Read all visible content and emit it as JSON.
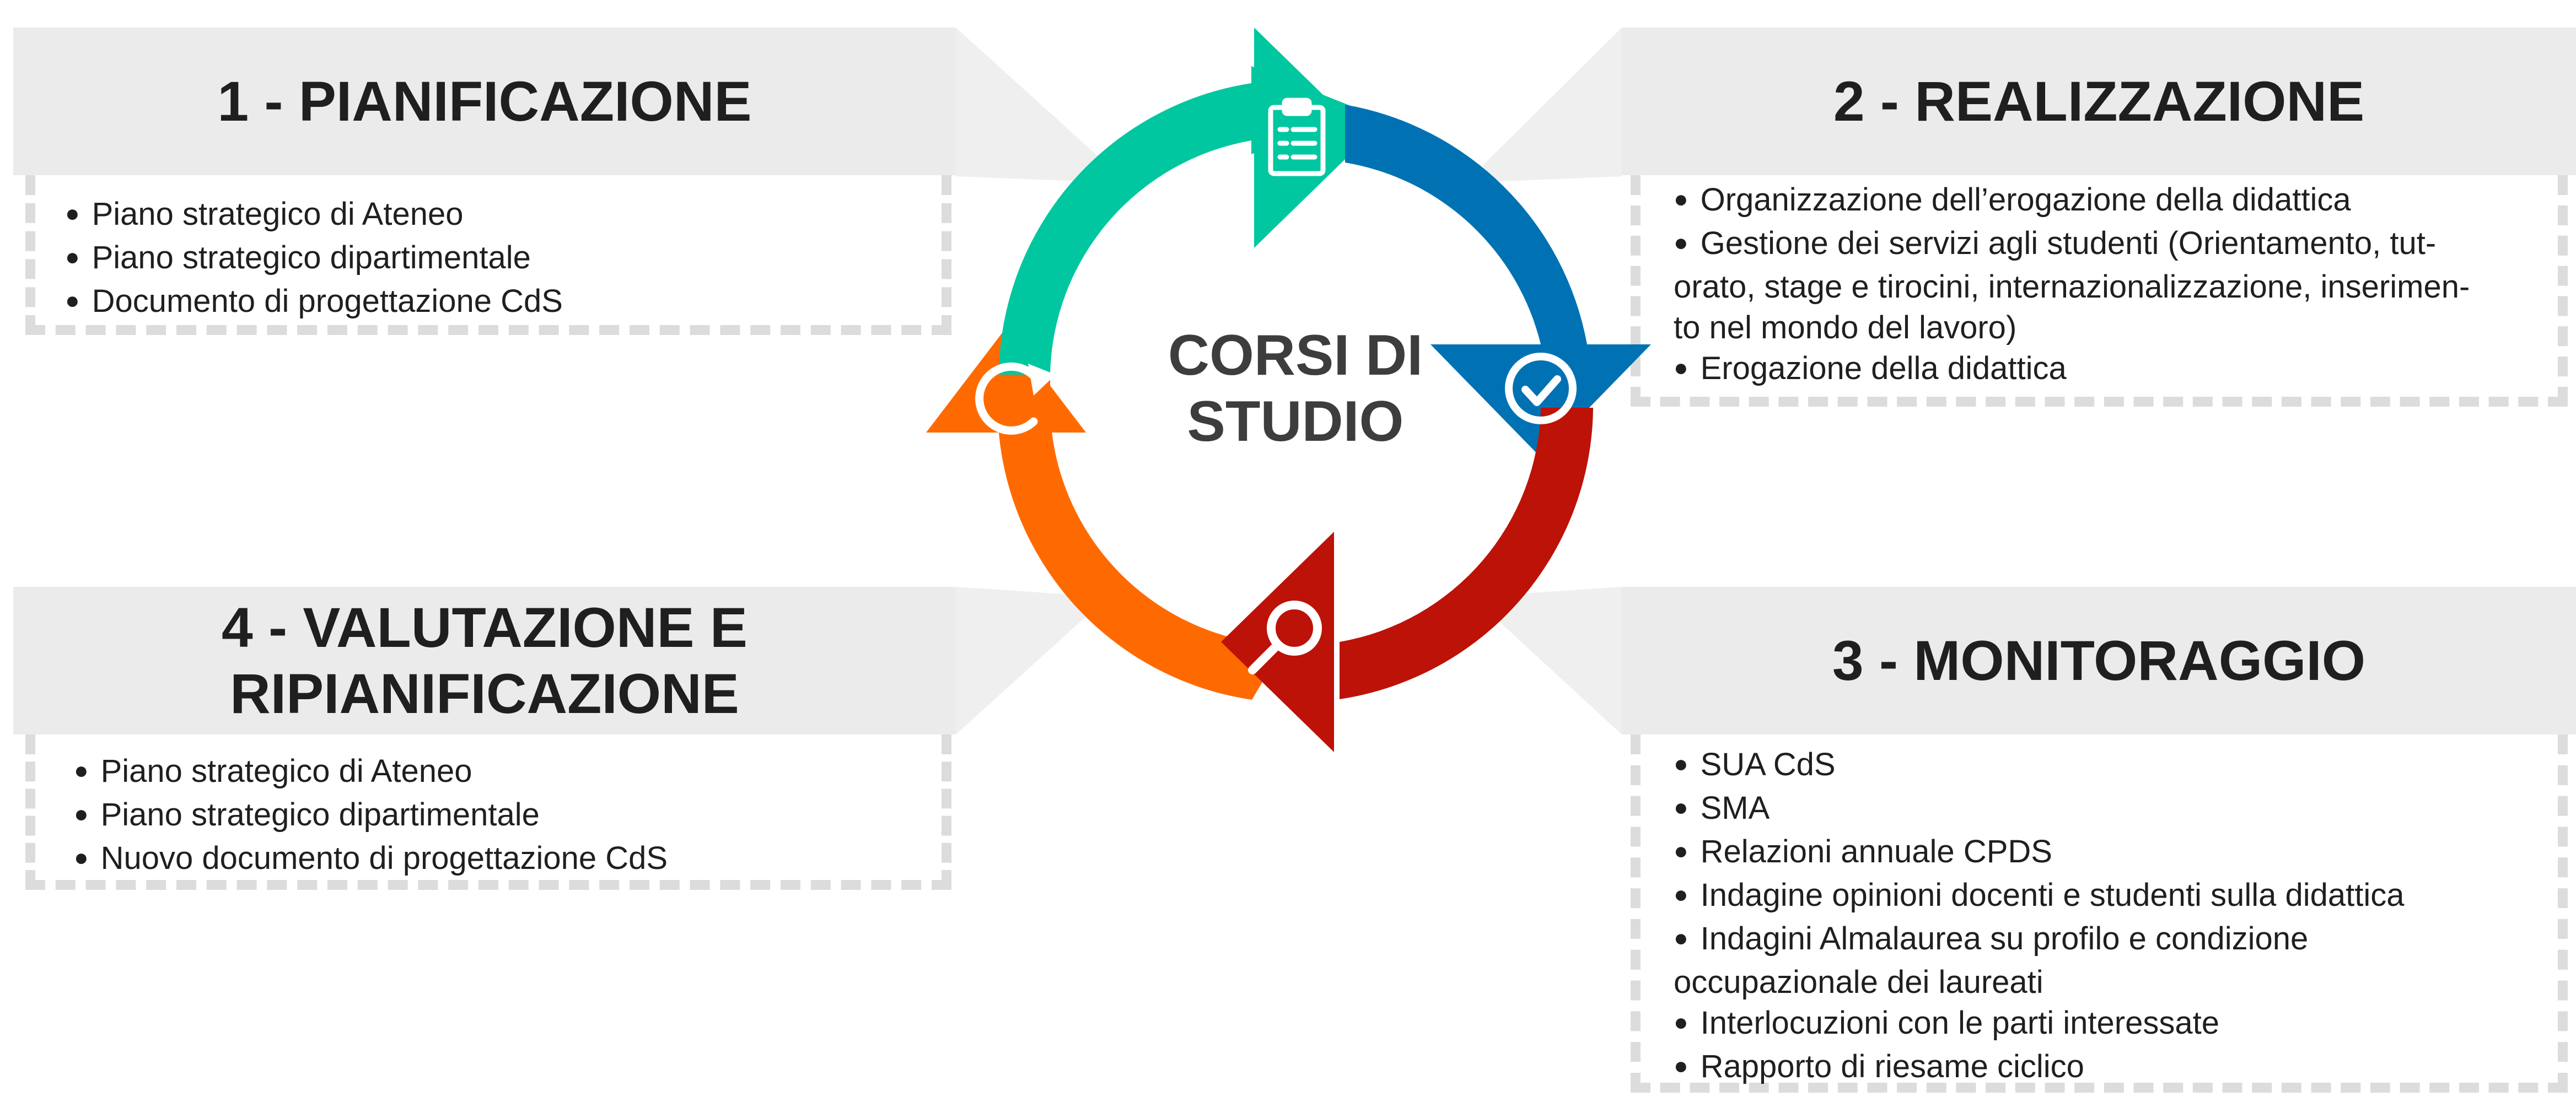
{
  "center": {
    "line1": "CORSI DI",
    "line2": "STUDIO"
  },
  "phases": [
    {
      "title_lines": [
        "1 - PIANIFICAZIONE"
      ],
      "items": [
        {
          "text": "Piano strategico di Ateneo",
          "bullet": true
        },
        {
          "text": "Piano strategico dipartimentale",
          "bullet": true
        },
        {
          "text": "Documento di progettazione CdS",
          "bullet": true
        }
      ]
    },
    {
      "title_lines": [
        "2 - REALIZZAZIONE"
      ],
      "items": [
        {
          "text": "Organizzazione dell’erogazione della didattica",
          "bullet": true
        },
        {
          "text": "Gestione dei servizi agli studenti (Orientamento, tut-",
          "bullet": true
        },
        {
          "text": "orato, stage e tirocini, internazionalizzazione, inserimen-",
          "bullet": false
        },
        {
          "text": "to nel mondo del lavoro)",
          "bullet": false
        },
        {
          "text": "Erogazione della didattica",
          "bullet": true
        }
      ]
    },
    {
      "title_lines": [
        "3 - MONITORAGGIO"
      ],
      "items": [
        {
          "text": "SUA CdS",
          "bullet": true
        },
        {
          "text": "SMA",
          "bullet": true
        },
        {
          "text": "Relazioni annuale CPDS",
          "bullet": true
        },
        {
          "text": "Indagine opinioni docenti e studenti sulla didattica",
          "bullet": true
        },
        {
          "text": "Indagini Almalaurea su profilo e condizione",
          "bullet": true
        },
        {
          "text": "occupazionale dei laureati",
          "bullet": false
        },
        {
          "text": "Interlocuzioni con le parti interessate",
          "bullet": true
        },
        {
          "text": "Rapporto di riesame ciclico",
          "bullet": true
        }
      ]
    },
    {
      "title_lines": [
        "4 - VALUTAZIONE E",
        "RIPIANIFICAZIONE"
      ],
      "items": [
        {
          "text": "Piano strategico di Ateneo",
          "bullet": true
        },
        {
          "text": "Piano strategico dipartimentale",
          "bullet": true
        },
        {
          "text": "Nuovo documento di progettazione CdS",
          "bullet": true
        }
      ]
    }
  ],
  "colors": {
    "planning": "#00c7a0",
    "execution": "#0072b4",
    "monitoring": "#bd1208",
    "evaluation": "#ff6a00",
    "header_bg": "#ebebeb",
    "dashed_border": "#dcdcdc",
    "connector": "#efefef"
  },
  "icons": {
    "planning": "clipboard-checklist-icon",
    "execution": "check-circle-icon",
    "monitoring": "magnifier-icon",
    "evaluation": "refresh-icon"
  }
}
